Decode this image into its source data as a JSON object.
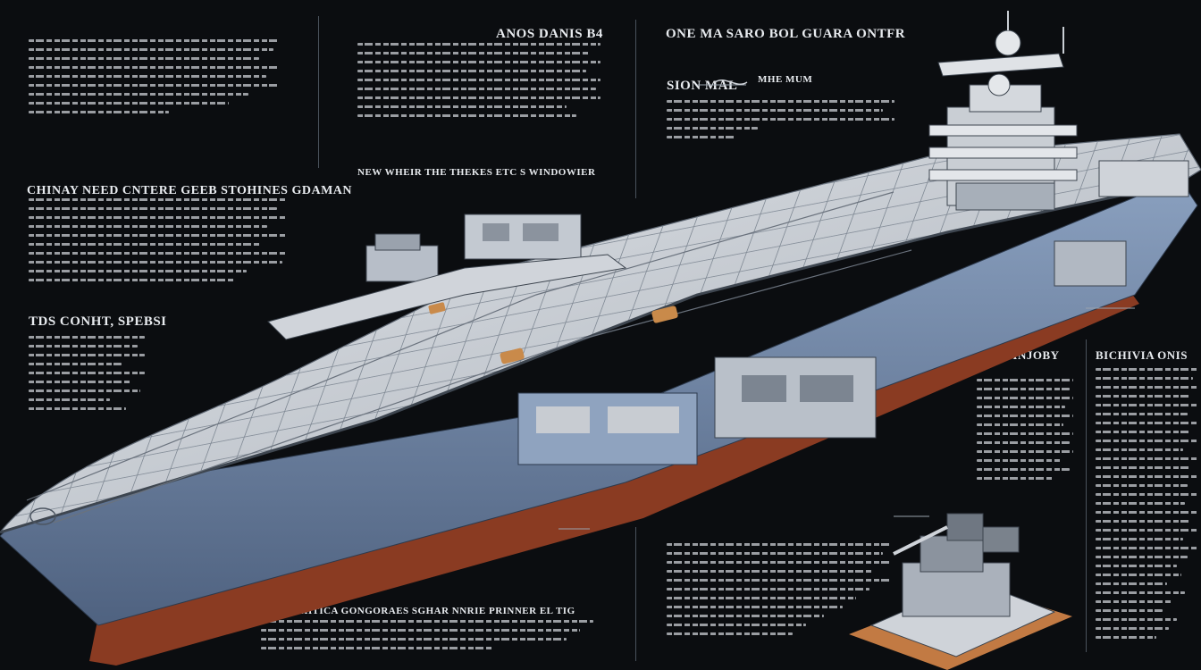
{
  "headings": {
    "top_center": "ANOS DANIS B4",
    "top_right": "ONE MA SARO BOL GUARA ONTFR",
    "right_sub": "SION MAL",
    "right_sub2": "MHE MUM",
    "center_caption": "NEW WHEIR THE THEKES ETC S WINDOWIER",
    "left_section": "CHINAY NEED CNTERE GEEB STOHINES GDAMAN",
    "left_lower": "TDS CONHT, SPEBSI",
    "right_mid": "NAV NINJOBY",
    "right_far": "BICHIVIA ONIS",
    "bottom_center": "SAA STEHTICA GONGORAES SGHAR NNRIE PRINNER EL TIG"
  },
  "colors": {
    "background": "#0b0d10",
    "hull": "#6f86a8",
    "deck": "#c9ced4",
    "keel": "#8a3b22"
  }
}
